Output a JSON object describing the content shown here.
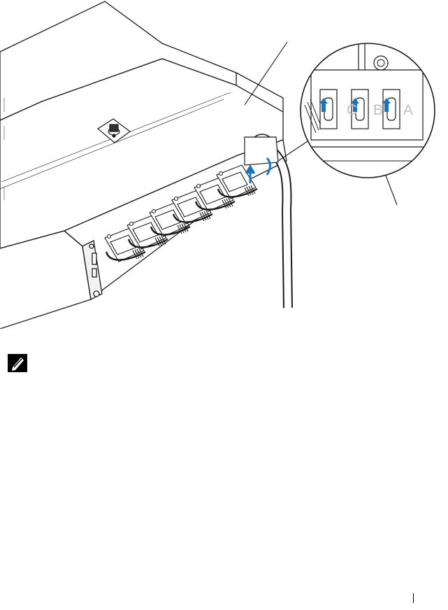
{
  "figure": {
    "zoom_inset": {
      "connector_letters": [
        "C",
        "B",
        "A"
      ]
    }
  },
  "icons": {
    "note": "note-pencil-icon"
  },
  "colors": {
    "arrow_blue": "#1a75bc",
    "line_black": "#1a1a1a"
  }
}
